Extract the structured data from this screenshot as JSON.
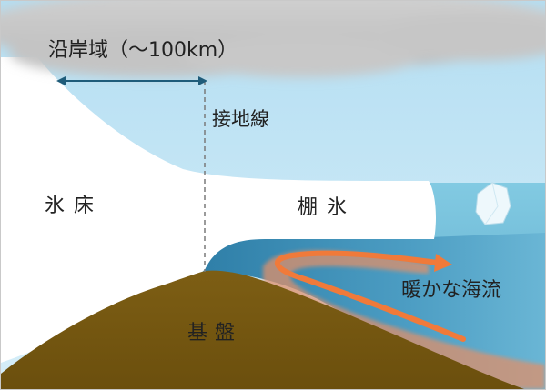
{
  "labels": {
    "coastal_zone": "沿岸域（～100km）",
    "grounding_line": "接地線",
    "ice_sheet": "氷床",
    "ice_shelf": "棚氷",
    "warm_current": "暖かな海流",
    "bedrock": "基盤"
  },
  "colors": {
    "sky": "#c4e6f5",
    "cloud": "#c7c7c7",
    "ice": "#ffffff",
    "ocean": "#73bfda",
    "deep_water": "#3f8fb6",
    "bedrock": "#7a5a12",
    "warm_current": "#f08a4a",
    "arrow": "#1f5c7a"
  }
}
